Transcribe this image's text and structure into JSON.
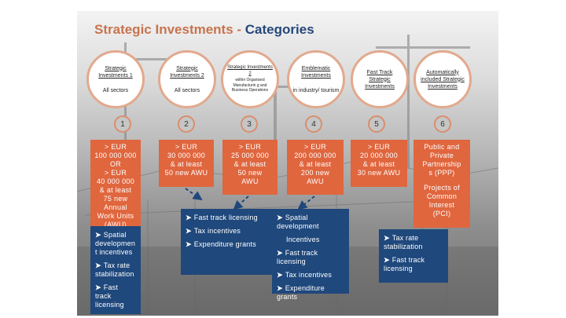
{
  "title": {
    "part1": "Strategic Investments - ",
    "part2": "Categories"
  },
  "categories": [
    {
      "name": "Strategic Investments 1",
      "sub": "All sectors",
      "num": "1",
      "criteria": [
        "> EUR",
        "100 000 000",
        "OR",
        "> EUR",
        "40 000 000",
        "& at least",
        "75 new",
        "Annual",
        "Work Units",
        "(AWU)"
      ]
    },
    {
      "name": "Strategic Investments 2",
      "sub": "All sectors",
      "num": "2",
      "criteria": [
        "> EUR",
        "30 000 000",
        "& at least",
        "50 new AWU"
      ]
    },
    {
      "name": "Strategic Investments 2",
      "sub": "within Organised Manufacturin g and Business Operations",
      "num": "3",
      "criteria": [
        "> EUR",
        "25 000 000",
        "& at least",
        "50 new",
        "AWU"
      ]
    },
    {
      "name": "Emblematic Investments",
      "sub": "in industry/ tourism",
      "num": "4",
      "criteria": [
        "> EUR",
        "200 000 000",
        "& at least",
        "200 new",
        "AWU"
      ]
    },
    {
      "name": "Fast Track Strategic Investments",
      "sub": "",
      "num": "5",
      "criteria": [
        "> EUR",
        "20 000 000",
        "& at least",
        "30 new AWU"
      ]
    },
    {
      "name": "Automatically included Strategic Investments",
      "sub": "",
      "num": "6",
      "criteria": [
        "Public and",
        "Private",
        "Partnership",
        "s (PPP)",
        "",
        "Projects of",
        "Common",
        "Interest",
        "(PCI)"
      ]
    }
  ],
  "incentives": {
    "box1": [
      "Spatial developmen t incentives",
      "Tax rate stabilization",
      "Fast track licensing"
    ],
    "box2": [
      "Fast track licensing",
      "Tax incentives",
      "Expenditure grants"
    ],
    "box3": [
      "Spatial development",
      "Incentives",
      "Fast track licensing",
      "Tax incentives",
      "Expenditure grants"
    ],
    "box4": [
      "Tax rate stabilization",
      "Fast track licensing"
    ]
  },
  "colors": {
    "orange": "#e0663e",
    "navy": "#1f487c",
    "title_orange": "#c8734d",
    "title_navy": "#25477a"
  },
  "icons": {
    "bullet": "chevron-right-icon",
    "connector": "dashed-arrow-icon"
  }
}
